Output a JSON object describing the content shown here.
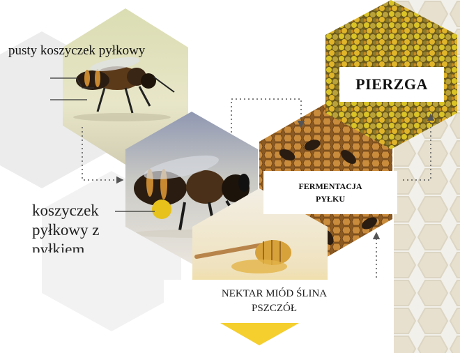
{
  "labels": {
    "empty_basket": "pusty koszyczek pyłkowy",
    "full_basket": "koszyczek pyłkowy z pyłkiem",
    "pierzga": "PIERZGA",
    "fermentation_line1": "FERMENTACJA",
    "fermentation_line2": "PYŁKU",
    "nectar_line1": "NEKTAR MIÓD ŚLINA",
    "nectar_line2": "PSZCZÓŁ"
  },
  "colors": {
    "arrow": "#555555",
    "bg_hex": "#ececec",
    "honey": "#d7a23a",
    "comb": "#c4893d",
    "bee_dark": "#2a1c10",
    "pollen": "#e6c21a"
  },
  "images": [
    "bee-with-empty-pollen-basket",
    "bee-with-full-pollen-basket",
    "honeycomb-with-bees",
    "bee-bread-pollen-pellets",
    "honey-dipper"
  ]
}
